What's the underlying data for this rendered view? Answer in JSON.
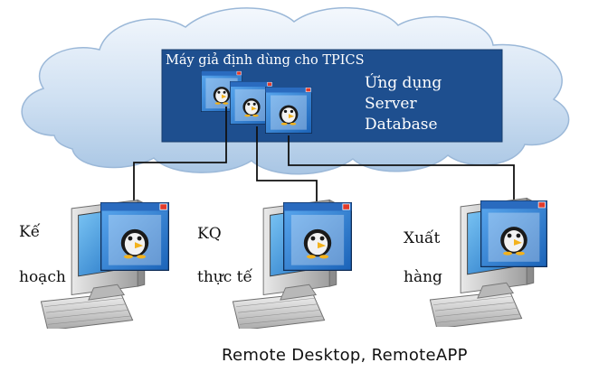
{
  "server": {
    "title": "Máy giả định dùng cho TPICS",
    "lines": [
      "Ứng dụng",
      "Server",
      "Database"
    ]
  },
  "clients": [
    {
      "label_line1": "Kế",
      "label_line2": "hoạch"
    },
    {
      "label_line1": "KQ",
      "label_line2": "thực tế"
    },
    {
      "label_line1": "Xuất",
      "label_line2": "hàng"
    }
  ],
  "caption": "Remote Desktop, RemoteAPP",
  "icons": {
    "cloud": "cloud-icon",
    "computer": "desktop-computer-icon",
    "keyboard": "keyboard-icon",
    "app": "app-window-icon",
    "penguin": "penguin-icon"
  },
  "colors": {
    "server_box": "#1e4f8f",
    "window_blue": "#2f86dc",
    "cloud": "#cfe0f2",
    "close": "#e23a2a"
  }
}
